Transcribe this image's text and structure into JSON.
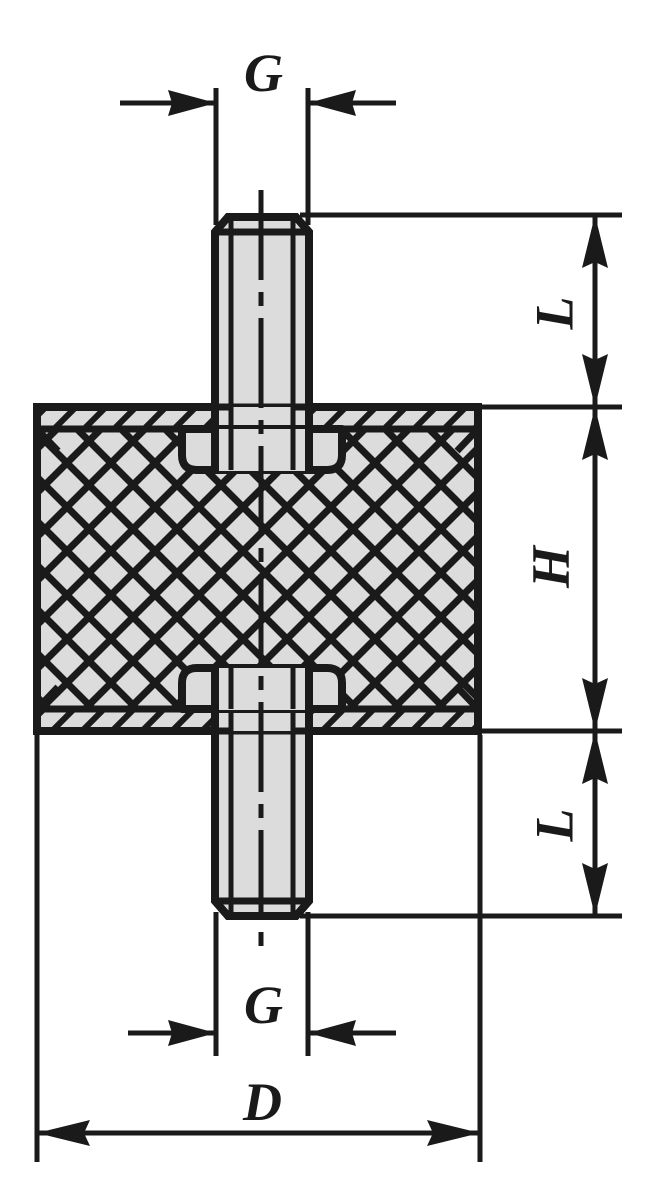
{
  "drawing": {
    "title": "Rubber buffer vibration damper - cross section technical drawing",
    "type": "engineering-cross-section",
    "background_color": "#ffffff",
    "line_color": "#1a1a1a",
    "metal_fill_color": "#d9d9d9",
    "rubber_fill_color": "#d9d9d9"
  },
  "dimensions": {
    "thread_top": {
      "label": "G",
      "orientation": "horizontal",
      "position": "top"
    },
    "thread_bottom": {
      "label": "G",
      "orientation": "horizontal",
      "position": "bottom"
    },
    "stud_length_top": {
      "label": "L",
      "orientation": "vertical",
      "position": "right-upper"
    },
    "body_height": {
      "label": "H",
      "orientation": "vertical",
      "position": "right-middle"
    },
    "stud_length_bottom": {
      "label": "L",
      "orientation": "vertical",
      "position": "right-lower"
    },
    "body_diameter": {
      "label": "D",
      "orientation": "horizontal",
      "position": "bottom"
    }
  },
  "components": {
    "rubber_body": "rubber-body-hatched",
    "top_plate": "metal-top-plate",
    "bottom_plate": "metal-bottom-plate",
    "top_stud": "threaded-stud-top",
    "bottom_stud": "threaded-stud-bottom",
    "top_insert": "embedded-metal-insert-top",
    "bottom_insert": "embedded-metal-insert-bottom",
    "centerline": "axis-centerline"
  }
}
